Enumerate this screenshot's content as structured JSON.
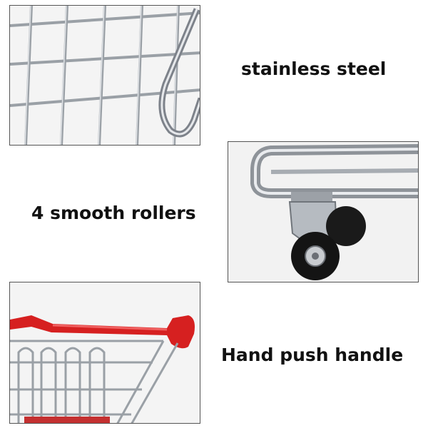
{
  "features": [
    {
      "caption": "stainless steel",
      "photo_icon": "wire-basket-photo"
    },
    {
      "caption": "4 smooth rollers",
      "photo_icon": "caster-wheel-photo"
    },
    {
      "caption": "Hand push handle",
      "photo_icon": "red-handle-photo"
    }
  ],
  "colors": {
    "chrome": "#b8bcc2",
    "chrome_dark": "#6b6f75",
    "wheel": "#141414",
    "handle": "#d62020",
    "border": "#555555"
  }
}
